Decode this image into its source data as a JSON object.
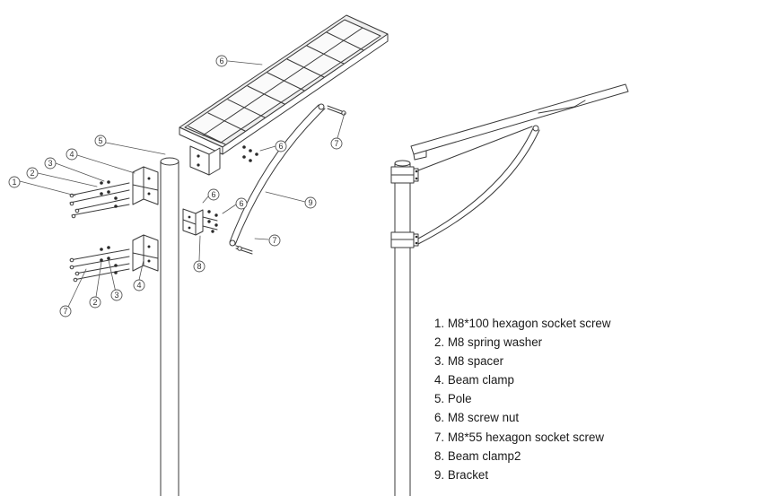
{
  "callouts": {
    "n1": "1",
    "n2": "2",
    "n3": "3",
    "n4": "4",
    "n5": "5",
    "n6": "6",
    "n7": "7",
    "n8": "8",
    "n9": "9"
  },
  "legend": [
    "1. M8*100 hexagon socket screw",
    "2. M8 spring washer",
    "3. M8 spacer",
    "4. Beam clamp",
    "5. Pole",
    "6. M8 screw nut",
    "7. M8*55 hexagon socket screw",
    "8. Beam clamp2",
    "9. Bracket"
  ],
  "colors": {
    "line": "#3a3a3a",
    "text": "#1a1a1a",
    "background": "#ffffff"
  }
}
